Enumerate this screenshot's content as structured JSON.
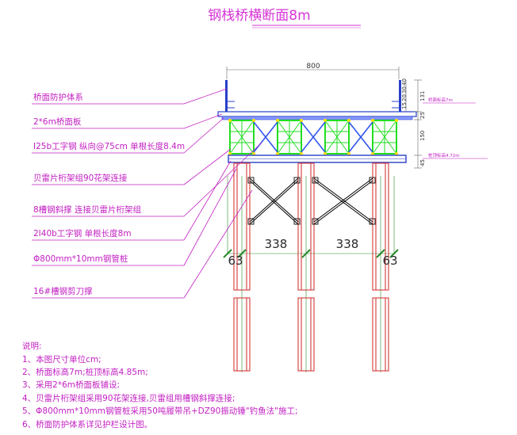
{
  "title": "钢栈桥横断面8m",
  "dimensions": {
    "width_top": "800",
    "span_left": "338",
    "span_right": "338",
    "pile_edge_left": "63",
    "pile_edge_right": "63",
    "height_labels": [
      "131",
      "25",
      "150",
      "45"
    ],
    "small_dims": [
      "15",
      "20",
      "30",
      "40"
    ]
  },
  "elevation_labels": {
    "deck": "桥面标高7m",
    "pile_top": "桩顶标高4.72m"
  },
  "callouts": [
    "桥面防护体系",
    "2*6m桥面板",
    "I25b工字钢 纵向@75cm 单根长度8.4m",
    "贝雷片桁架组90花架连接",
    "8槽钢斜撑 连接贝雷片桁架组",
    "2I40b工字钢 单根长度8m",
    "Φ800mm*10mm钢管桩",
    "16#槽钢剪刀撑"
  ],
  "notes": {
    "heading": "说明:",
    "items": [
      "1、本图尺寸单位cm;",
      "2、桥面标高7m;桩顶标高4.85m;",
      "3、采用2*6m桥面板铺设;",
      "4、贝雷片桁架组采用90花架连接,贝雷组用槽钢斜撑连接;",
      "5、Φ800mm*10mm钢管桩采用50吨履带吊+DZ90振动锤\"钓鱼法\"施工;",
      "6、桥面防护体系详见护栏设计图。"
    ]
  },
  "colors": {
    "magenta": "#c21fc2",
    "pile_red": "#d43a3a",
    "bailey_green": "#22dd22",
    "deck_blue": "#2840c8",
    "beam_blue": "#3355ee",
    "brace_black": "#000000",
    "dim_green": "#2a8a2a"
  }
}
